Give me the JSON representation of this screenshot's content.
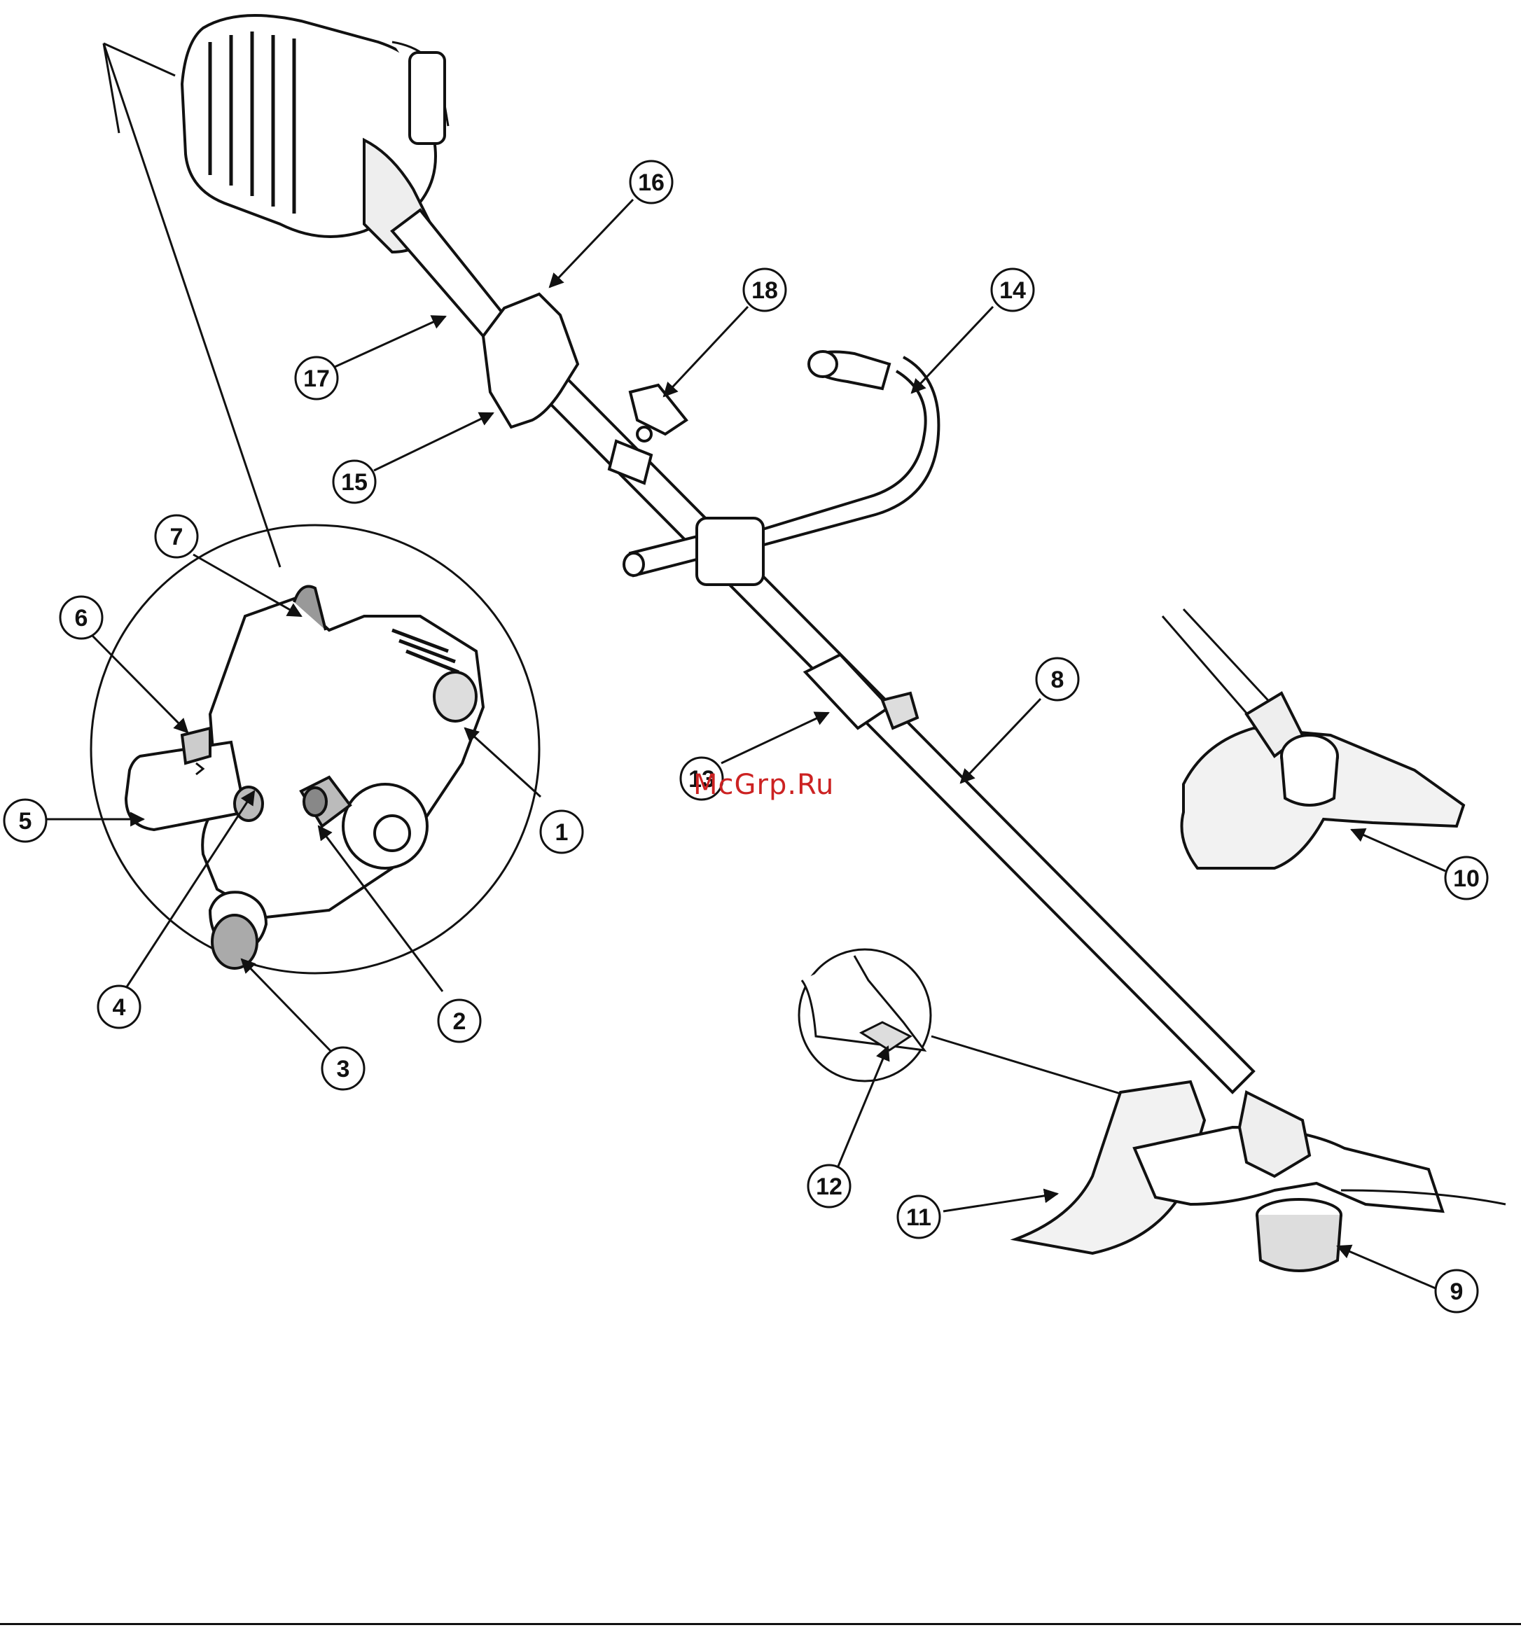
{
  "watermark": "McGrp.Ru",
  "callouts": [
    {
      "id": "1",
      "label": "1"
    },
    {
      "id": "2",
      "label": "2"
    },
    {
      "id": "3",
      "label": "3"
    },
    {
      "id": "4",
      "label": "4"
    },
    {
      "id": "5",
      "label": "5"
    },
    {
      "id": "6",
      "label": "6"
    },
    {
      "id": "7",
      "label": "7"
    },
    {
      "id": "8",
      "label": "8"
    },
    {
      "id": "9",
      "label": "9"
    },
    {
      "id": "10",
      "label": "10"
    },
    {
      "id": "11",
      "label": "11"
    },
    {
      "id": "12",
      "label": "12"
    },
    {
      "id": "13",
      "label": "13"
    },
    {
      "id": "14",
      "label": "14"
    },
    {
      "id": "15",
      "label": "15"
    },
    {
      "id": "16",
      "label": "16"
    },
    {
      "id": "17",
      "label": "17"
    },
    {
      "id": "18",
      "label": "18"
    }
  ],
  "colors": {
    "line": "#111111",
    "fill": "#ffffff",
    "shade": "#d9d9d9",
    "watermark": "#cc2222"
  }
}
